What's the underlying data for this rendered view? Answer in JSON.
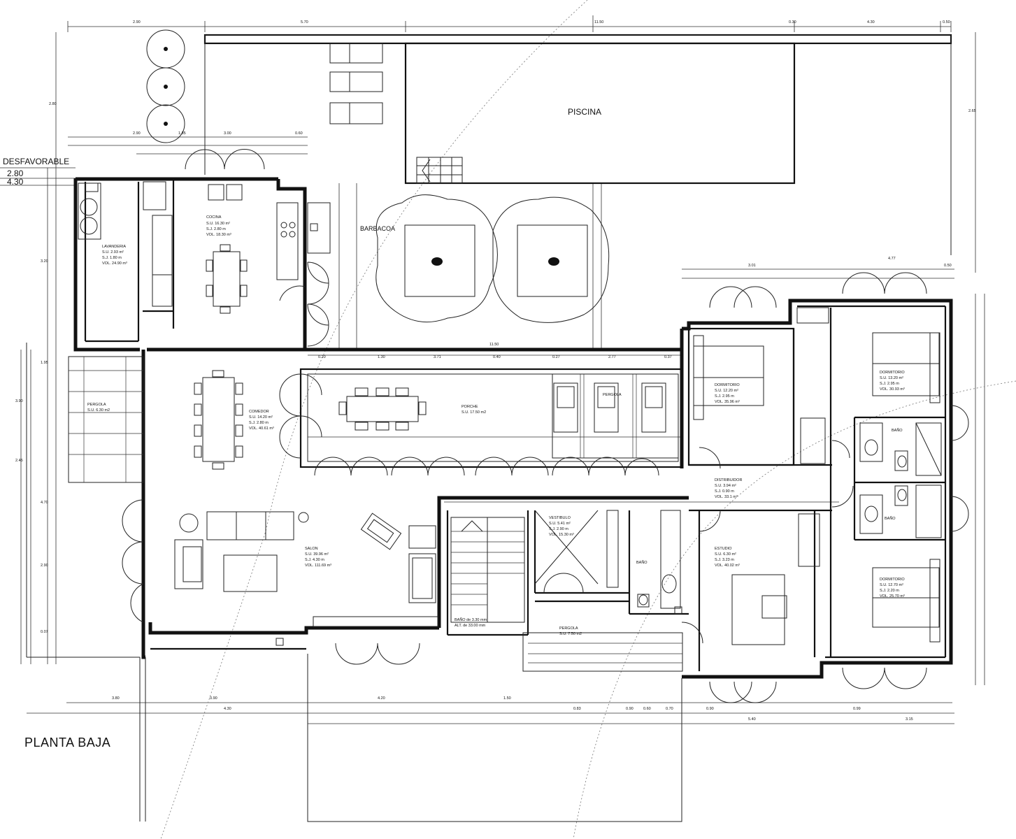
{
  "title": "PLANTA BAJA",
  "corner_note": {
    "label": "DESFAVORABLE",
    "lines": [
      "2.80",
      "4.30"
    ]
  },
  "labels": {
    "piscina": "PISCINA",
    "barbacoa": "BARBACOA",
    "cocina": "COCINA",
    "lavanderia": "LAVANDERIA",
    "comedor": "COMEDOR",
    "porche": "PORCHE",
    "pergola_a": "PERGOLA",
    "pergola_b": "PERGOLA",
    "pergola_c": "PERGOLA",
    "salon": "SALON",
    "vestibulo": "VESTIBULO",
    "bano_a": "BAÑO",
    "bano_b": "BAÑO",
    "bano_c": "BAÑO",
    "estudio": "ESTUDIO",
    "distribuidor": "DISTRIBUIDOR",
    "dormitorio_a": "DORMITORIO",
    "dormitorio_b": "DORMITORIO",
    "dormitorio_c": "DORMITORIO"
  },
  "room_data": {
    "cocina": [
      "S.U.  16.30 m²",
      "S.J.  2.80 m",
      "VOL.  18.30 m³"
    ],
    "lavanderia": [
      "S.U.  2.93 m²",
      "S.J.  1.80 m",
      "VOL.  24.90 m³"
    ],
    "comedor": [
      "S.U.  14.20 m²",
      "S.J.  2.80 m",
      "VOL.  40.61 m³"
    ],
    "porche": [
      "S.U.  17.50 m2"
    ],
    "pergola_a": [
      "S.U.  6.30 m2"
    ],
    "salon": [
      "S.U.  39.96 m²",
      "S.J.  4.30 m",
      "VOL.  111.69 m³"
    ],
    "vestibulo": [
      "S.U.  5.41 m²",
      "S.J.  2.90 m",
      "VOL.  15.30 m³"
    ],
    "estudio": [
      "S.U.  6.30 m²",
      "S.J.  3.23 m",
      "VOL.  40.02 m³"
    ],
    "distribuidor": [
      "S.U.  3.94 m²",
      "S.J.  0.90 m",
      "VOL.  33.1 m³"
    ],
    "dormitorio_a": [
      "S.U.  12.20 m²",
      "S.J.  2.95 m",
      "VOL.  35.96 m³"
    ],
    "dormitorio_b": [
      "S.U.  13.20 m²",
      "S.J.  2.95 m",
      "VOL.  30.93 m³"
    ],
    "dormitorio_c": [
      "S.U.  12.70 m²",
      "S.J.  2.20 m",
      "VOL.  25.70 m³"
    ],
    "pergola_c": [
      "S.U.  7.50 m2"
    ],
    "escalera": [
      "BAÑO de 3.30 mm",
      "ALT. de 33.00 mm"
    ]
  },
  "dimensions": {
    "top": [
      "2.90",
      "5.70",
      "11.50",
      "0.30",
      "4.30",
      "0.50"
    ],
    "top2": [
      "2.90",
      "1.85",
      "3.00",
      "0.60"
    ],
    "mid": [
      "3.01",
      "4.77",
      "0.50",
      "11.50",
      "0.20",
      "1.30",
      "3.71",
      "0.40",
      "0.27",
      "2.77",
      "0.37"
    ],
    "bottom": [
      "3.80",
      "0.90",
      "4.20",
      "1.50",
      "4.30",
      "0.83",
      "0.90",
      "0.60",
      "0.70",
      "0.90",
      "5.40",
      "0.99",
      "3.15"
    ],
    "left": [
      "2.80",
      "3.20",
      "1.95",
      "4.70",
      "2.90",
      "3.90",
      "2.45",
      "0.07",
      "2.65"
    ]
  }
}
